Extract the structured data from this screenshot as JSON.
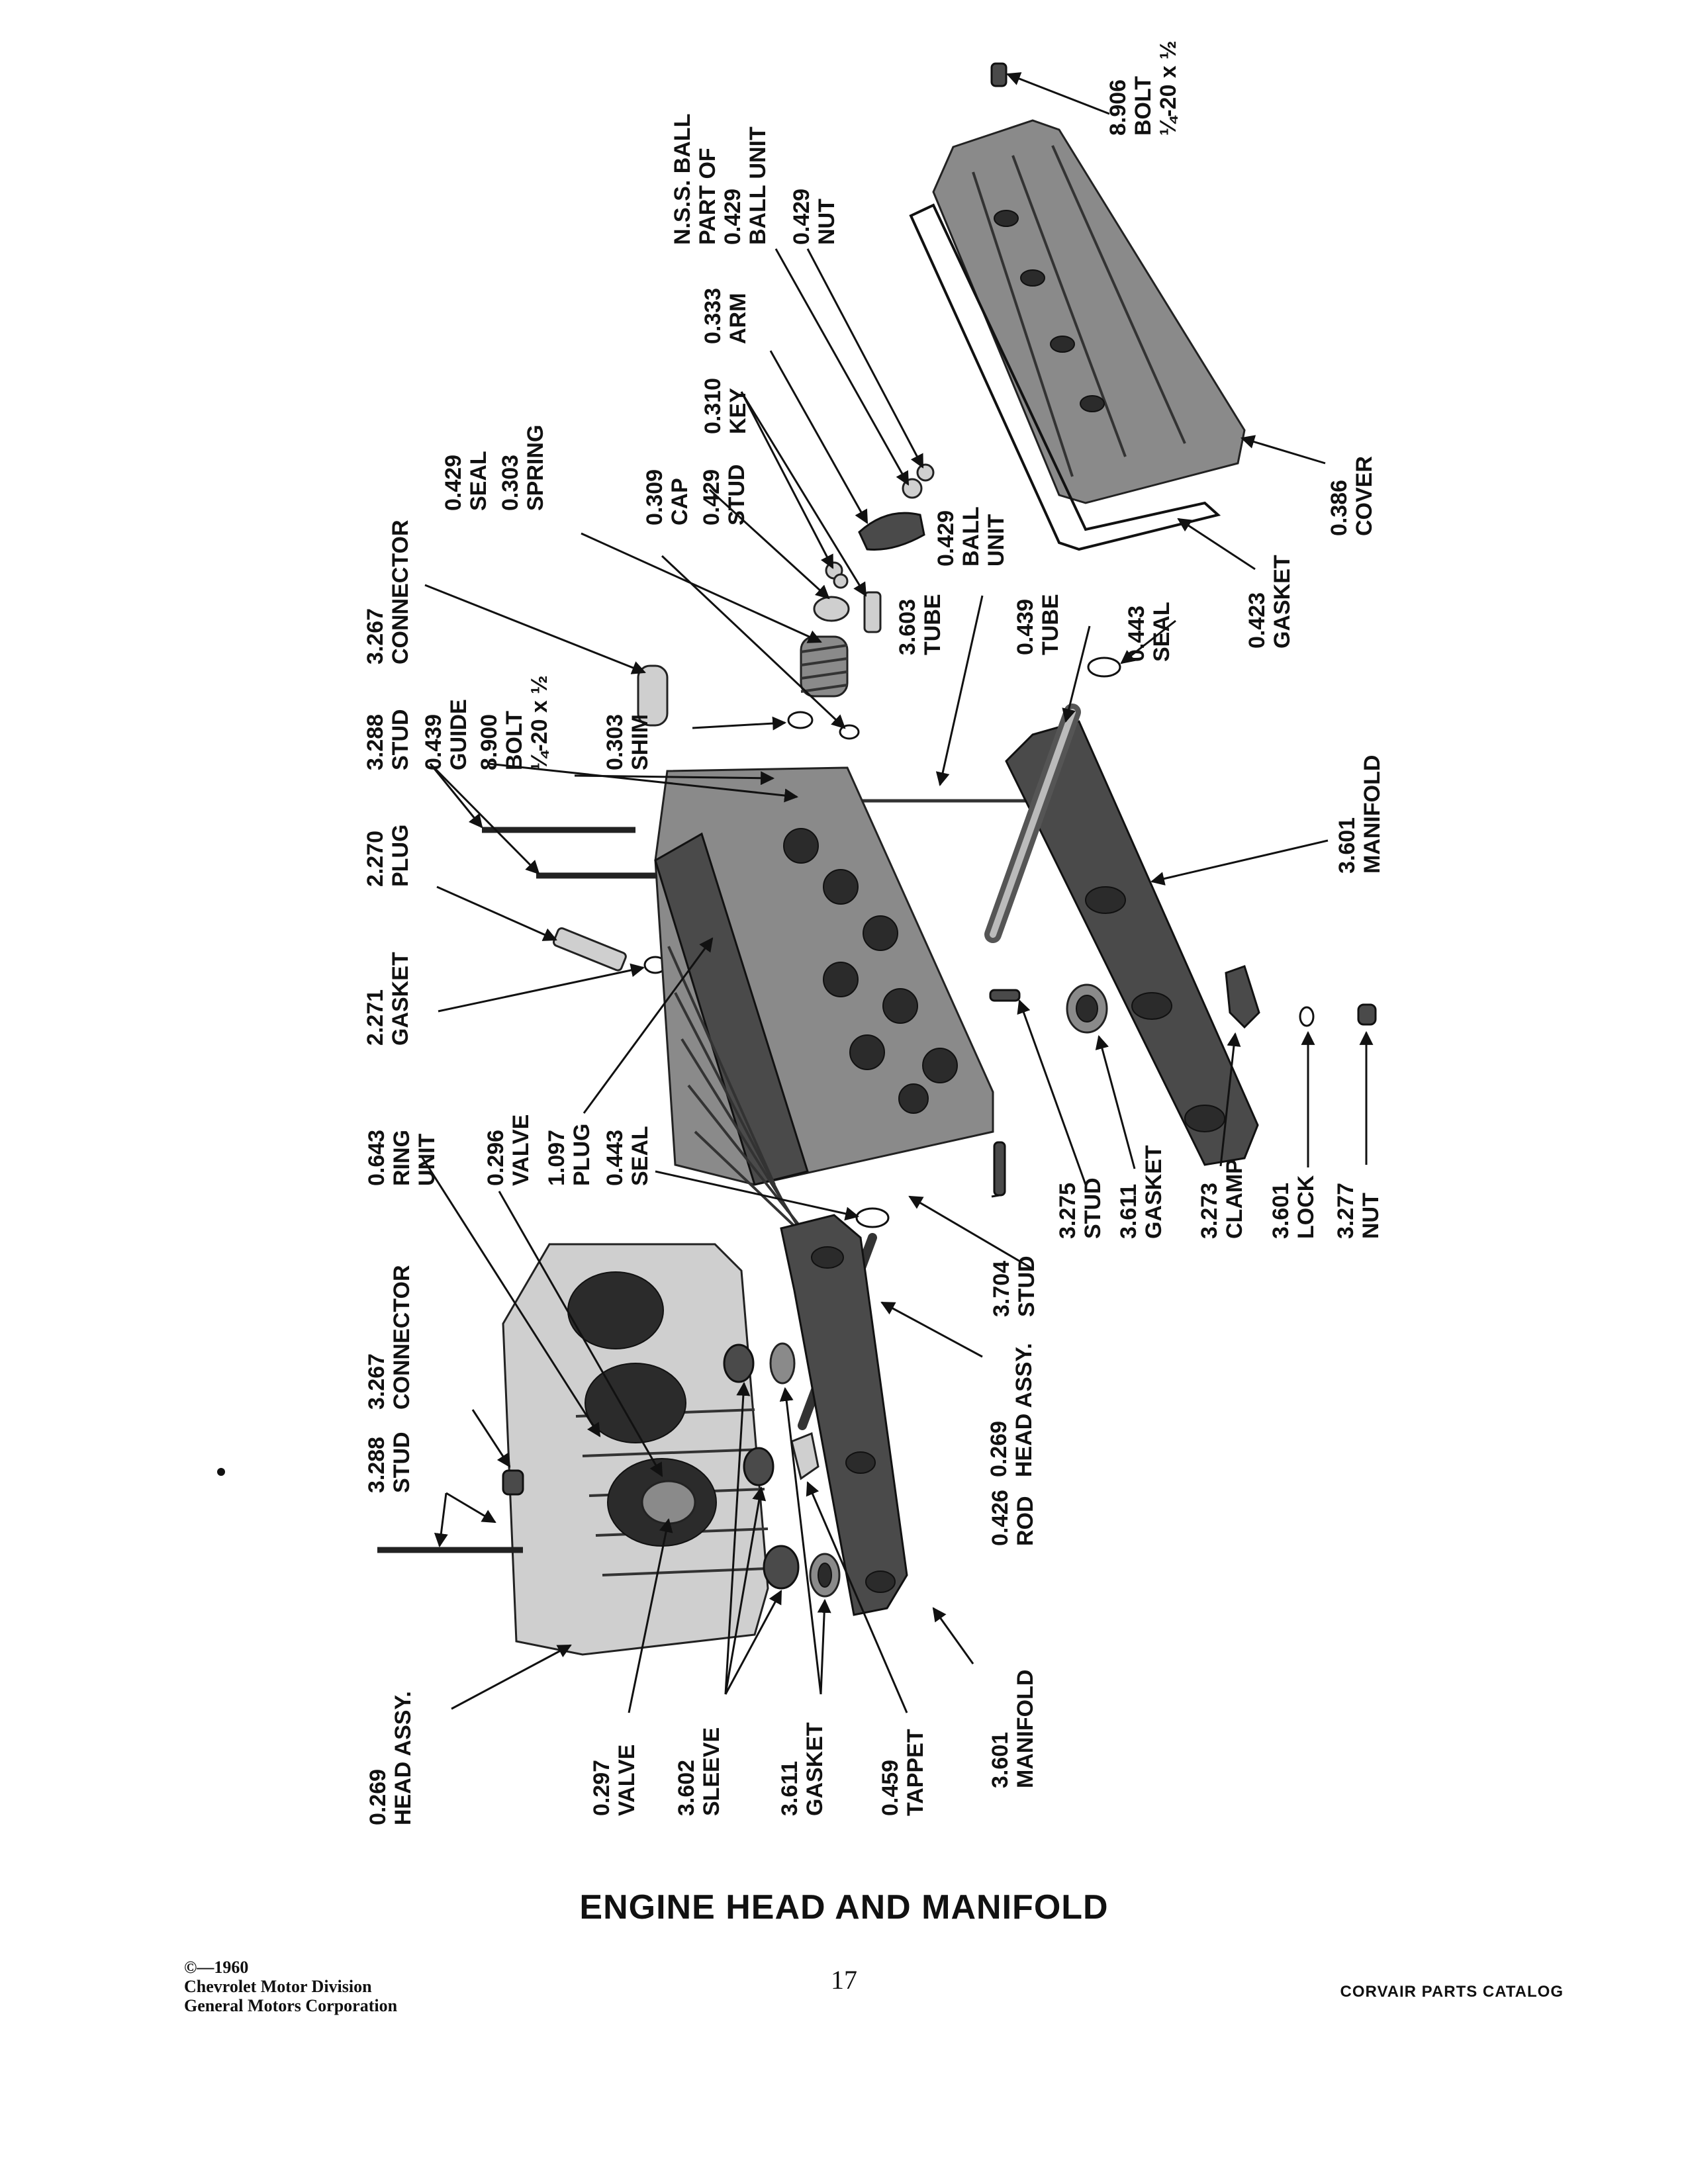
{
  "title": "ENGINE HEAD AND MANIFOLD",
  "page_number": "17",
  "catalog_name": "CORVAIR PARTS CATALOG",
  "copyright": [
    "©—1960",
    "Chevrolet Motor Division",
    "General Motors Corporation"
  ],
  "labels": [
    {
      "id": "bolt-8906",
      "lines": [
        "8.906",
        "BOLT",
        "¼-20 x ½"
      ]
    },
    {
      "id": "nss-ball",
      "lines": [
        "N.S.S. BALL",
        "PART OF",
        "0.429",
        "BALL UNIT"
      ]
    },
    {
      "id": "nut-0429",
      "lines": [
        "0.429",
        "NUT"
      ]
    },
    {
      "id": "arm-0333",
      "lines": [
        "0.333",
        "ARM"
      ]
    },
    {
      "id": "key-0310",
      "lines": [
        "0.310",
        "KEY"
      ]
    },
    {
      "id": "stud-0429",
      "lines": [
        "0.429",
        "STUD"
      ]
    },
    {
      "id": "cap-0309",
      "lines": [
        "0.309",
        "CAP"
      ]
    },
    {
      "id": "ball-unit-0429",
      "lines": [
        "0.429",
        "BALL",
        "UNIT"
      ]
    },
    {
      "id": "spring-0303",
      "lines": [
        "0.303",
        "SPRING"
      ]
    },
    {
      "id": "seal-0429",
      "lines": [
        "0.429",
        "SEAL"
      ]
    },
    {
      "id": "connector-3267-top",
      "lines": [
        "3.267",
        "CONNECTOR"
      ]
    },
    {
      "id": "tube-3603",
      "lines": [
        "3.603",
        "TUBE"
      ]
    },
    {
      "id": "tube-0439",
      "lines": [
        "0.439",
        "TUBE"
      ]
    },
    {
      "id": "seal-0443-top",
      "lines": [
        "0.443",
        "SEAL"
      ]
    },
    {
      "id": "cover-0386",
      "lines": [
        "0.386",
        "COVER"
      ]
    },
    {
      "id": "gasket-0423",
      "lines": [
        "0.423",
        "GASKET"
      ]
    },
    {
      "id": "shim-0303",
      "lines": [
        "0.303",
        "SHIM"
      ]
    },
    {
      "id": "bolt-8900",
      "lines": [
        "8.900",
        "BOLT",
        "¼-20 x ½"
      ]
    },
    {
      "id": "guide-0439",
      "lines": [
        "0.439",
        "GUIDE"
      ]
    },
    {
      "id": "stud-3288-top",
      "lines": [
        "3.288",
        "STUD"
      ]
    },
    {
      "id": "plug-2270",
      "lines": [
        "2.270",
        "PLUG"
      ]
    },
    {
      "id": "gasket-2271",
      "lines": [
        "2.271",
        "GASKET"
      ]
    },
    {
      "id": "manifold-3601-right",
      "lines": [
        "3.601",
        "MANIFOLD"
      ]
    },
    {
      "id": "stud-3275",
      "lines": [
        "3.275",
        "STUD"
      ]
    },
    {
      "id": "gasket-3611-right",
      "lines": [
        "3.611",
        "GASKET"
      ]
    },
    {
      "id": "clamp-3273",
      "lines": [
        "3.273",
        "CLAMP"
      ]
    },
    {
      "id": "lock-3601",
      "lines": [
        "3.601",
        "LOCK"
      ]
    },
    {
      "id": "nut-3277",
      "lines": [
        "3.277",
        "NUT"
      ]
    },
    {
      "id": "ring-unit-0643",
      "lines": [
        "0.643",
        "RING",
        "UNIT"
      ]
    },
    {
      "id": "valve-0296",
      "lines": [
        "0.296",
        "VALVE"
      ]
    },
    {
      "id": "plug-1097",
      "lines": [
        "1.097",
        "PLUG"
      ]
    },
    {
      "id": "seal-0443-bottom",
      "lines": [
        "0.443",
        "SEAL"
      ]
    },
    {
      "id": "stud-3704",
      "lines": [
        "3.704",
        "STUD"
      ]
    },
    {
      "id": "head-assy-0269-right",
      "lines": [
        "0.269",
        "HEAD  ASSY."
      ]
    },
    {
      "id": "connector-3267-bottom",
      "lines": [
        "3.267",
        "CONNECTOR"
      ]
    },
    {
      "id": "stud-3288-bottom",
      "lines": [
        "3.288",
        "STUD"
      ]
    },
    {
      "id": "rod-0426",
      "lines": [
        "0.426",
        "ROD"
      ]
    },
    {
      "id": "head-assy-0269-left",
      "lines": [
        "0.269",
        "HEAD  ASSY."
      ]
    },
    {
      "id": "valve-0297",
      "lines": [
        "0.297",
        "VALVE"
      ]
    },
    {
      "id": "sleeve-3602",
      "lines": [
        "3.602",
        "SLEEVE"
      ]
    },
    {
      "id": "gasket-3611-bottom",
      "lines": [
        "3.611",
        "GASKET"
      ]
    },
    {
      "id": "tappet-0459",
      "lines": [
        "0.459",
        "TAPPET"
      ]
    },
    {
      "id": "manifold-3601-bottom",
      "lines": [
        "3.601",
        "MANIFOLD"
      ]
    }
  ]
}
